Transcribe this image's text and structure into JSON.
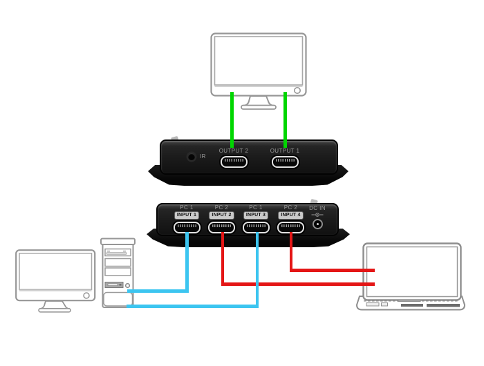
{
  "devices": {
    "output_unit": {
      "ir_label": "IR",
      "ports": [
        {
          "label": "OUTPUT 2"
        },
        {
          "label": "OUTPUT 1"
        }
      ]
    },
    "input_unit": {
      "ports": [
        {
          "pc_label": "PC 1",
          "input_label": "INPUT 1"
        },
        {
          "pc_label": "PC 2",
          "input_label": "INPUT 2"
        },
        {
          "pc_label": "PC 1",
          "input_label": "INPUT 3"
        },
        {
          "pc_label": "PC 2",
          "input_label": "INPUT 4"
        }
      ],
      "dc_in_label": "DC IN"
    }
  },
  "cable_colors": {
    "monitor_output": "#00d600",
    "tower_input": "#3cc5f0",
    "laptop_input": "#e41616"
  }
}
